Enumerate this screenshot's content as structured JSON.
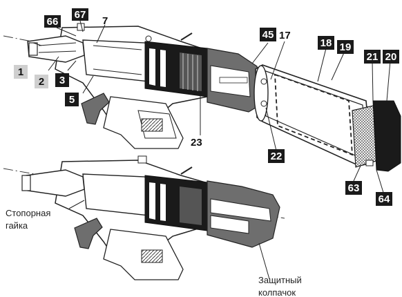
{
  "callouts": {
    "c1": "1",
    "c2": "2",
    "c3": "3",
    "c5": "5",
    "c66": "66",
    "c67": "67",
    "c7": "7",
    "c45": "45",
    "c17": "17",
    "c18": "18",
    "c19": "19",
    "c21": "21",
    "c20": "20",
    "c23": "23",
    "c22": "22",
    "c63": "63",
    "c64": "64"
  },
  "captions": {
    "lock_nut_line1": "Стопорная",
    "lock_nut_line2": "гайка",
    "cap_line1": "Защитный",
    "cap_line2": "колпачок"
  },
  "colors": {
    "outline": "#222222",
    "dark_fill": "#1a1a1a",
    "gray_fill": "#6e6e6e",
    "light_gray_fill": "#b0b0b0",
    "label_dark_bg": "#1a1a1a",
    "label_light_bg": "#cfcfcf"
  }
}
